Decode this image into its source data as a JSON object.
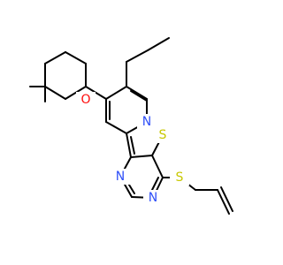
{
  "molecule": {
    "atom_labels": {
      "ring_oxygen": "O",
      "pyridine_nitrogen": "N",
      "thiophene_sulfur": "S",
      "pyrimidine_nitrogen_upper": "N",
      "pyrimidine_nitrogen_lower": "N",
      "thioether_sulfur": "S"
    },
    "colors": {
      "bond": "#000000",
      "oxygen": "#ff0d0d",
      "nitrogen": "#3050f8",
      "sulfur": "#c8c800"
    }
  }
}
